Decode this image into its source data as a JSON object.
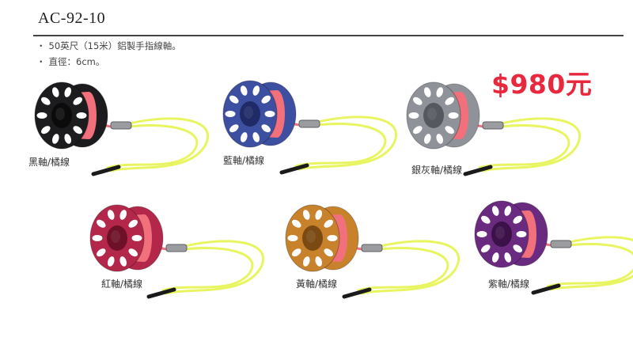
{
  "header": {
    "model": "AC-92-10",
    "specs": [
      "50英尺（15米）鋁製手指線軸。",
      "直徑：6cm。"
    ]
  },
  "price": "$980元",
  "colors": {
    "line_pink": "#f2707c",
    "cord_yellow": "#e8f560",
    "price_red": "#e8283d"
  },
  "products": [
    {
      "label": "黑軸/橘線",
      "spool": "#1c1c1e",
      "hub": "#0b0b0b"
    },
    {
      "label": "藍軸/橘線",
      "spool": "#3d4fa0",
      "hub": "#1f2a66"
    },
    {
      "label": "銀灰軸/橘線",
      "spool": "#8f9298",
      "hub": "#55585e"
    },
    {
      "label": "紅軸/橘線",
      "spool": "#b3284a",
      "hub": "#6d1028"
    },
    {
      "label": "黃軸/橘線",
      "spool": "#c8822c",
      "hub": "#7a4a12"
    },
    {
      "label": "紫軸/橘線",
      "spool": "#6a2a80",
      "hub": "#3c1149"
    }
  ]
}
